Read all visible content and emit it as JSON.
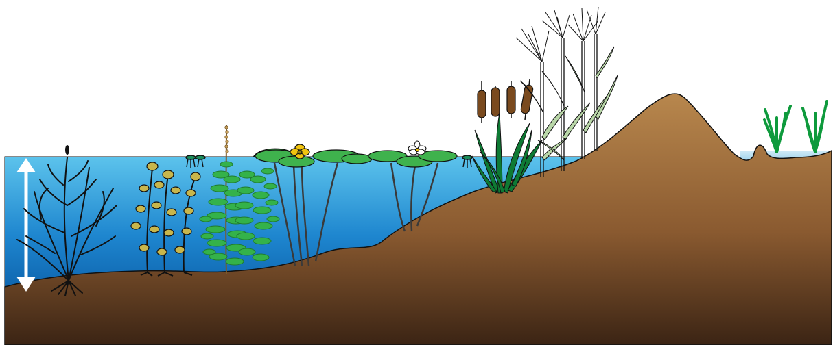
{
  "diagram": {
    "kind": "aquatic-plant-zonation-cross-section",
    "colors": {
      "water_top": "#5cc3ec",
      "water_bottom": "#0b5ea8",
      "soil_top": "#b8874d",
      "soil_bottom": "#3b2414",
      "plant_outline": "#111111",
      "leaf_green": "#34b24a",
      "pad_green": "#3fb24d",
      "cattail_brown": "#7a4a1e",
      "grass_green": "#0e9a3c",
      "arrow": "#ffffff"
    },
    "zones": [
      {
        "name": "submerged-rooted-plant"
      },
      {
        "name": "submerged-leafy-plant"
      },
      {
        "name": "floating-duckweed"
      },
      {
        "name": "submerged-bushy-plant"
      },
      {
        "name": "yellow-water-lily"
      },
      {
        "name": "white-water-lily"
      },
      {
        "name": "cattail"
      },
      {
        "name": "reed"
      },
      {
        "name": "terrestrial-grass"
      }
    ]
  }
}
